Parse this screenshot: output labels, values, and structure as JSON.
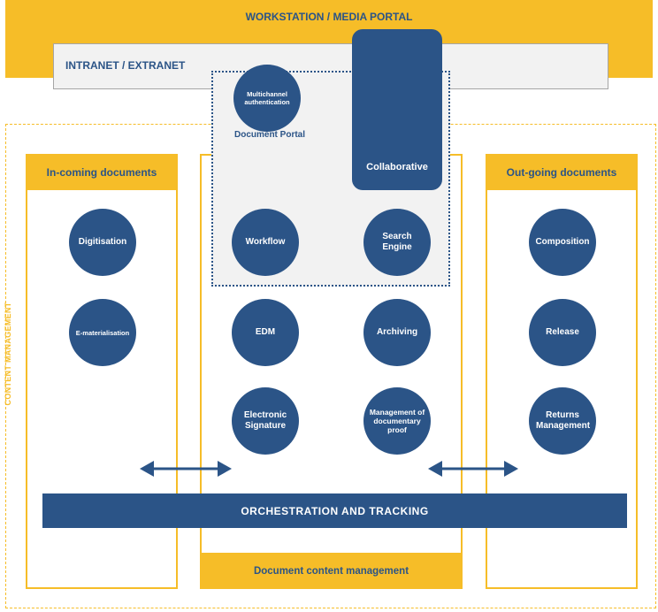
{
  "workstation": {
    "title": "WORKSTATION / MEDIA PORTAL"
  },
  "intranet": {
    "label": "INTRANET / EXTRANET"
  },
  "portal": {
    "label": "Document Portal",
    "collaborative": "Collaborative"
  },
  "content_management": {
    "label": "CONTENT MANAGEMENT"
  },
  "columns": {
    "incoming": {
      "title": "In-coming documents"
    },
    "center": {
      "title": "Document content management"
    },
    "outgoing": {
      "title": "Out-going documents"
    }
  },
  "nodes": {
    "multichannel": "Multichannel authentication",
    "digitisation": "Digitisation",
    "e_materialisation": "E-materialisation",
    "workflow": "Workflow",
    "search_engine": "Search Engine",
    "edm": "EDM",
    "archiving": "Archiving",
    "electronic_signature": "Electronic Signature",
    "documentary_proof": "Management of documentary proof",
    "composition": "Composition",
    "release": "Release",
    "returns_management": "Returns Management"
  },
  "orchestration": {
    "label": "ORCHESTRATION AND TRACKING"
  },
  "colors": {
    "accent": "#f6bd28",
    "navy": "#2b5487",
    "portal_bg": "#f2f2f2"
  }
}
